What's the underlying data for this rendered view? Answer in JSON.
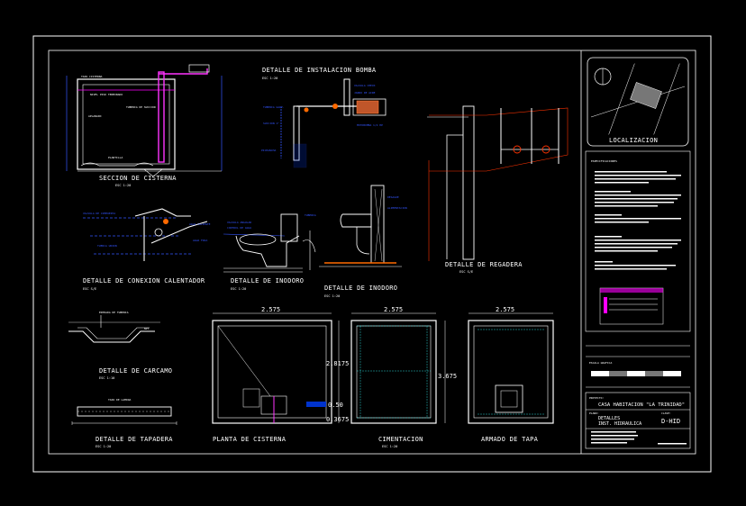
{
  "sheet": {
    "titles": {
      "seccion_cisterna": "SECCION DE CISTERNA",
      "instalacion_bomba": "DETALLE DE INSTALACION BOMBA",
      "conexion_calentador": "DETALLE DE CONEXION CALENTADOR",
      "inodoro_1": "DETALLE DE INODORO",
      "inodoro_2": "DETALLE DE INODORO",
      "regadera": "DETALLE DE REGADERA",
      "carcamo": "DETALLE DE CARCAMO",
      "tapadera": "DETALLE DE TAPADERA",
      "planta_cisterna": "PLANTA DE CISTERNA",
      "cimentacion": "CIMENTACION",
      "armado_tapa": "ARMADO DE TAPA",
      "localizacion": "LOCALIZACION"
    },
    "scales": {
      "s1": "ESC 1:20",
      "s2": "ESC 1:20",
      "s3": "ESC S/E",
      "s4": "ESC S/E",
      "s5": "ESC 1:20",
      "s6": "ESC 1:20",
      "s7": "ESC 1:10",
      "s8": "ESC 1:20",
      "s9": "ESC 1:20",
      "s10": "ESC 1:20"
    },
    "dimensions": {
      "w1": "2.575",
      "w2": "2.575",
      "w3": "2.575",
      "h1": "2.8175",
      "h2": "3.675",
      "d1": "0.50",
      "d2": "0.3675"
    },
    "title_block": {
      "especificaciones": "ESPECIFICACIONES",
      "proyecto_label": "PROYECTO:",
      "proyecto": "CASA HABITACION \"LA TRINIDAD\"",
      "plano_label": "PLANO:",
      "plano_1": "DETALLES",
      "plano_2": "INST. HIDRAULICA",
      "clave_label": "CLAVE:",
      "clave": "D-HID",
      "escala_label": "ESCALA GRAFICA"
    }
  }
}
